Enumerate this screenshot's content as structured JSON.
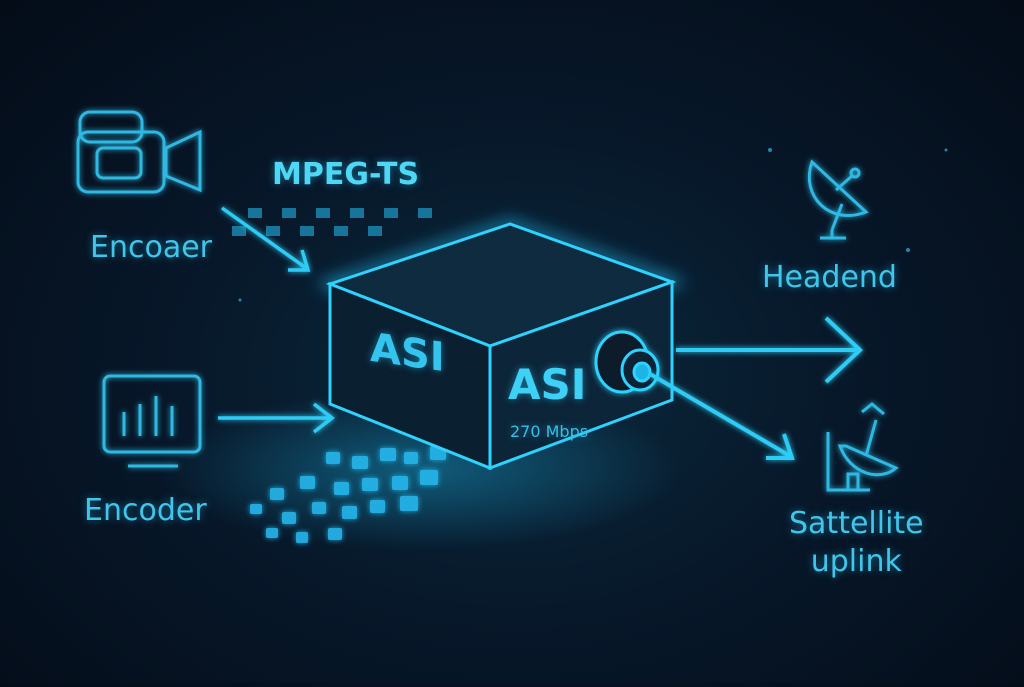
{
  "labels": {
    "encoder_top": "Encoaer",
    "encoder_bottom": "Encoder",
    "mpeg_ts": "MPEG-TS",
    "asi_side": "ASI",
    "asi_front": "ASI",
    "bitrate": "270 Mbps",
    "headend": "Headend",
    "satellite_line1": "Sattellite",
    "satellite_line2": "uplink"
  },
  "icons": [
    "video-camera-icon",
    "monitor-chart-icon",
    "satellite-dish-icon",
    "satellite-uplink-icon",
    "arrow-icon"
  ],
  "colors": {
    "accent": "#3fc6ea",
    "glow": "#29d3ff",
    "box_face": "#0c2233",
    "background": "#06152a"
  }
}
